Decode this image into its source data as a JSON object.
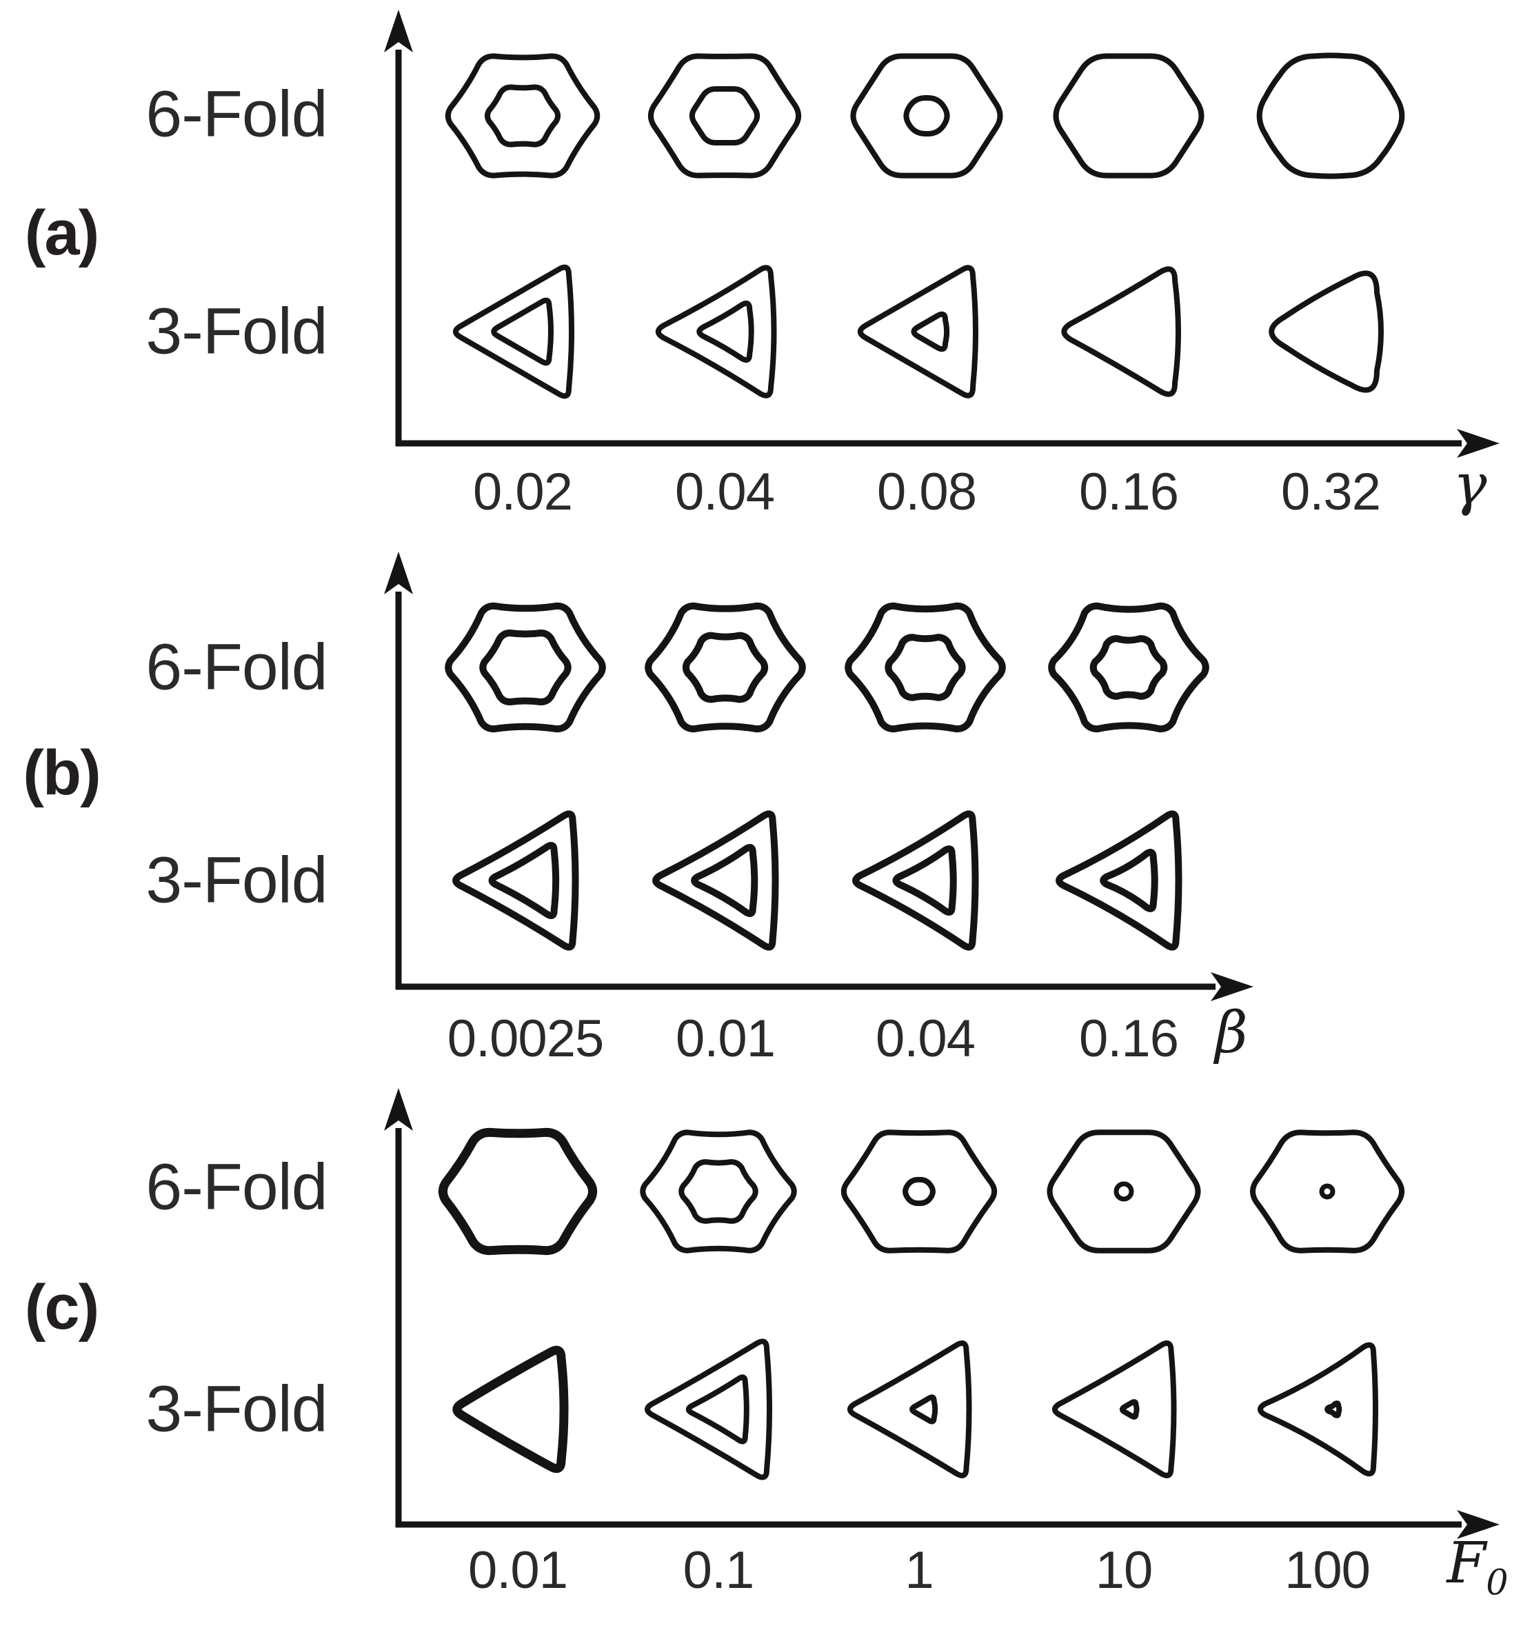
{
  "figure": {
    "background": "#ffffff",
    "ink": "#141414",
    "text_color": "#231f20",
    "panels": [
      {
        "id": "a",
        "label": "(a)",
        "axis_symbol": "γ",
        "axis_symbol_sub": "",
        "ticks": [
          "0.02",
          "0.04",
          "0.08",
          "0.16",
          "0.32"
        ],
        "rows": [
          {
            "label": "6-Fold",
            "shape": "hexagon",
            "cells": [
              {
                "tick": "0.02",
                "inner_scale": 0.48,
                "corner": 14,
                "wave": -4,
                "icorner": 10,
                "iwave": -2,
                "stroke": "normal"
              },
              {
                "tick": "0.04",
                "inner_scale": 0.45,
                "corner": 18,
                "wave": -1,
                "icorner": 12,
                "iwave": 0,
                "stroke": "normal"
              },
              {
                "tick": "0.08",
                "inner_scale": 0.3,
                "corner": 20,
                "wave": 0,
                "icorner": 15,
                "iwave": 0,
                "stroke": "normal"
              },
              {
                "tick": "0.16",
                "inner_scale": 0,
                "corner": 24,
                "wave": 0,
                "stroke": "normal"
              },
              {
                "tick": "0.32",
                "inner_scale": 0,
                "corner": 32,
                "wave": 2,
                "stroke": "normal"
              }
            ]
          },
          {
            "label": "3-Fold",
            "shape": "triangle",
            "cells": [
              {
                "tick": "0.02",
                "inner_scale": 0.5,
                "corner": 16,
                "bows": [
                  0,
                  8,
                  0
                ],
                "icorner": 12,
                "ibows": [
                  0,
                  5,
                  0
                ],
                "stroke": "normal"
              },
              {
                "tick": "0.04",
                "inner_scale": 0.46,
                "corner": 18,
                "bows": [
                  -4,
                  9,
                  -4
                ],
                "icorner": 13,
                "ibows": [
                  -2,
                  5,
                  -2
                ],
                "stroke": "normal"
              },
              {
                "tick": "0.08",
                "inner_scale": 0.3,
                "corner": 18,
                "bows": [
                  0,
                  8,
                  0
                ],
                "icorner": 13,
                "ibows": [
                  0,
                  4,
                  0
                ],
                "stroke": "normal"
              },
              {
                "tick": "0.16",
                "inner_scale": 0,
                "corner": 24,
                "bows": [
                  -2,
                  10,
                  -2
                ],
                "stroke": "normal"
              },
              {
                "tick": "0.32",
                "inner_scale": 0,
                "corner": 42,
                "bows": [
                  4,
                  12,
                  4
                ],
                "stroke": "normal"
              }
            ]
          }
        ]
      },
      {
        "id": "b",
        "label": "(b)",
        "axis_symbol": "β",
        "axis_symbol_sub": "",
        "ticks": [
          "0.0025",
          "0.01",
          "0.04",
          "0.16"
        ],
        "rows": [
          {
            "label": "6-Fold",
            "shape": "hexagon",
            "cells": [
              {
                "tick": "0.0025",
                "inner_scale": 0.56,
                "corner": 12,
                "wave": -7,
                "icorner": 10,
                "iwave": -3,
                "stroke": "normal"
              },
              {
                "tick": "0.01",
                "inner_scale": 0.52,
                "corner": 12,
                "wave": -8,
                "icorner": 10,
                "iwave": -4,
                "stroke": "normal"
              },
              {
                "tick": "0.04",
                "inner_scale": 0.49,
                "corner": 12,
                "wave": -9,
                "icorner": 10,
                "iwave": -4,
                "stroke": "normal"
              },
              {
                "tick": "0.16",
                "inner_scale": 0.47,
                "corner": 12,
                "wave": -10,
                "icorner": 10,
                "iwave": -5,
                "stroke": "normal"
              }
            ]
          },
          {
            "label": "3-Fold",
            "shape": "triangle",
            "cells": [
              {
                "tick": "0.0025",
                "inner_scale": 0.54,
                "corner": 14,
                "bows": [
                  -4,
                  8,
                  -4
                ],
                "icorner": 11,
                "ibows": [
                  -3,
                  5,
                  -3
                ],
                "stroke": "normal"
              },
              {
                "tick": "0.01",
                "inner_scale": 0.51,
                "corner": 14,
                "bows": [
                  -5,
                  8,
                  -5
                ],
                "icorner": 11,
                "ibows": [
                  -4,
                  5,
                  -4
                ],
                "stroke": "normal"
              },
              {
                "tick": "0.04",
                "inner_scale": 0.49,
                "corner": 14,
                "bows": [
                  -6,
                  8,
                  -6
                ],
                "icorner": 11,
                "ibows": [
                  -4,
                  4,
                  -4
                ],
                "stroke": "normal"
              },
              {
                "tick": "0.16",
                "inner_scale": 0.44,
                "corner": 14,
                "bows": [
                  -7,
                  8,
                  -7
                ],
                "icorner": 11,
                "ibows": [
                  -5,
                  4,
                  -5
                ],
                "stroke": "normal"
              }
            ]
          }
        ]
      },
      {
        "id": "c",
        "label": "(c)",
        "axis_symbol": "F",
        "axis_symbol_sub": "0",
        "ticks": [
          "0.01",
          "0.1",
          "1",
          "10",
          "100"
        ],
        "rows": [
          {
            "label": "6-Fold",
            "shape": "hexagon",
            "cells": [
              {
                "tick": "0.01",
                "inner_scale": 0,
                "corner": 16,
                "wave": -3,
                "stroke": "bold"
              },
              {
                "tick": "0.1",
                "inner_scale": 0.5,
                "corner": 12,
                "wave": -6,
                "icorner": 10,
                "iwave": -3,
                "stroke": "normal"
              },
              {
                "tick": "1",
                "inner_scale": 0.2,
                "corner": 14,
                "wave": -2,
                "icorner": 10,
                "iwave": 0,
                "stroke": "normal"
              },
              {
                "tick": "10",
                "inner_scale": 0,
                "dot": 11,
                "corner": 20,
                "wave": 0,
                "stroke": "normal"
              },
              {
                "tick": "100",
                "inner_scale": 0,
                "dot": 8,
                "corner": 18,
                "wave": -2,
                "stroke": "normal"
              }
            ]
          },
          {
            "label": "3-Fold",
            "shape": "triangle",
            "cells": [
              {
                "tick": "0.01",
                "inner_scale": 0,
                "r": 106,
                "corner": 18,
                "bows": [
                  2,
                  8,
                  2
                ],
                "stroke": "bold"
              },
              {
                "tick": "0.1",
                "inner_scale": 0.48,
                "r": 120,
                "corner": 16,
                "bows": [
                  -2,
                  8,
                  -2
                ],
                "icorner": 10,
                "ibows": [
                  -2,
                  4,
                  -2
                ],
                "stroke": "normal"
              },
              {
                "tick": "1",
                "inner_scale": 0.2,
                "r": 117,
                "corner": 16,
                "bows": [
                  -2,
                  8,
                  -2
                ],
                "icorner": 8,
                "ibows": [
                  0,
                  3,
                  0
                ],
                "stroke": "normal"
              },
              {
                "tick": "10",
                "inner_scale": 0.13,
                "r": 117,
                "corner": 16,
                "bows": [
                  -3,
                  8,
                  -3
                ],
                "icorner": 7,
                "ibows": [
                  0,
                  2,
                  0
                ],
                "stroke": "normal"
              },
              {
                "tick": "100",
                "inner_scale": 0.11,
                "r": 114,
                "corner": 16,
                "bows": [
                  -9,
                  6,
                  -9
                ],
                "icorner": 6,
                "ibows": [
                  -2,
                  2,
                  -2
                ],
                "stroke": "normal"
              }
            ]
          }
        ]
      }
    ]
  }
}
